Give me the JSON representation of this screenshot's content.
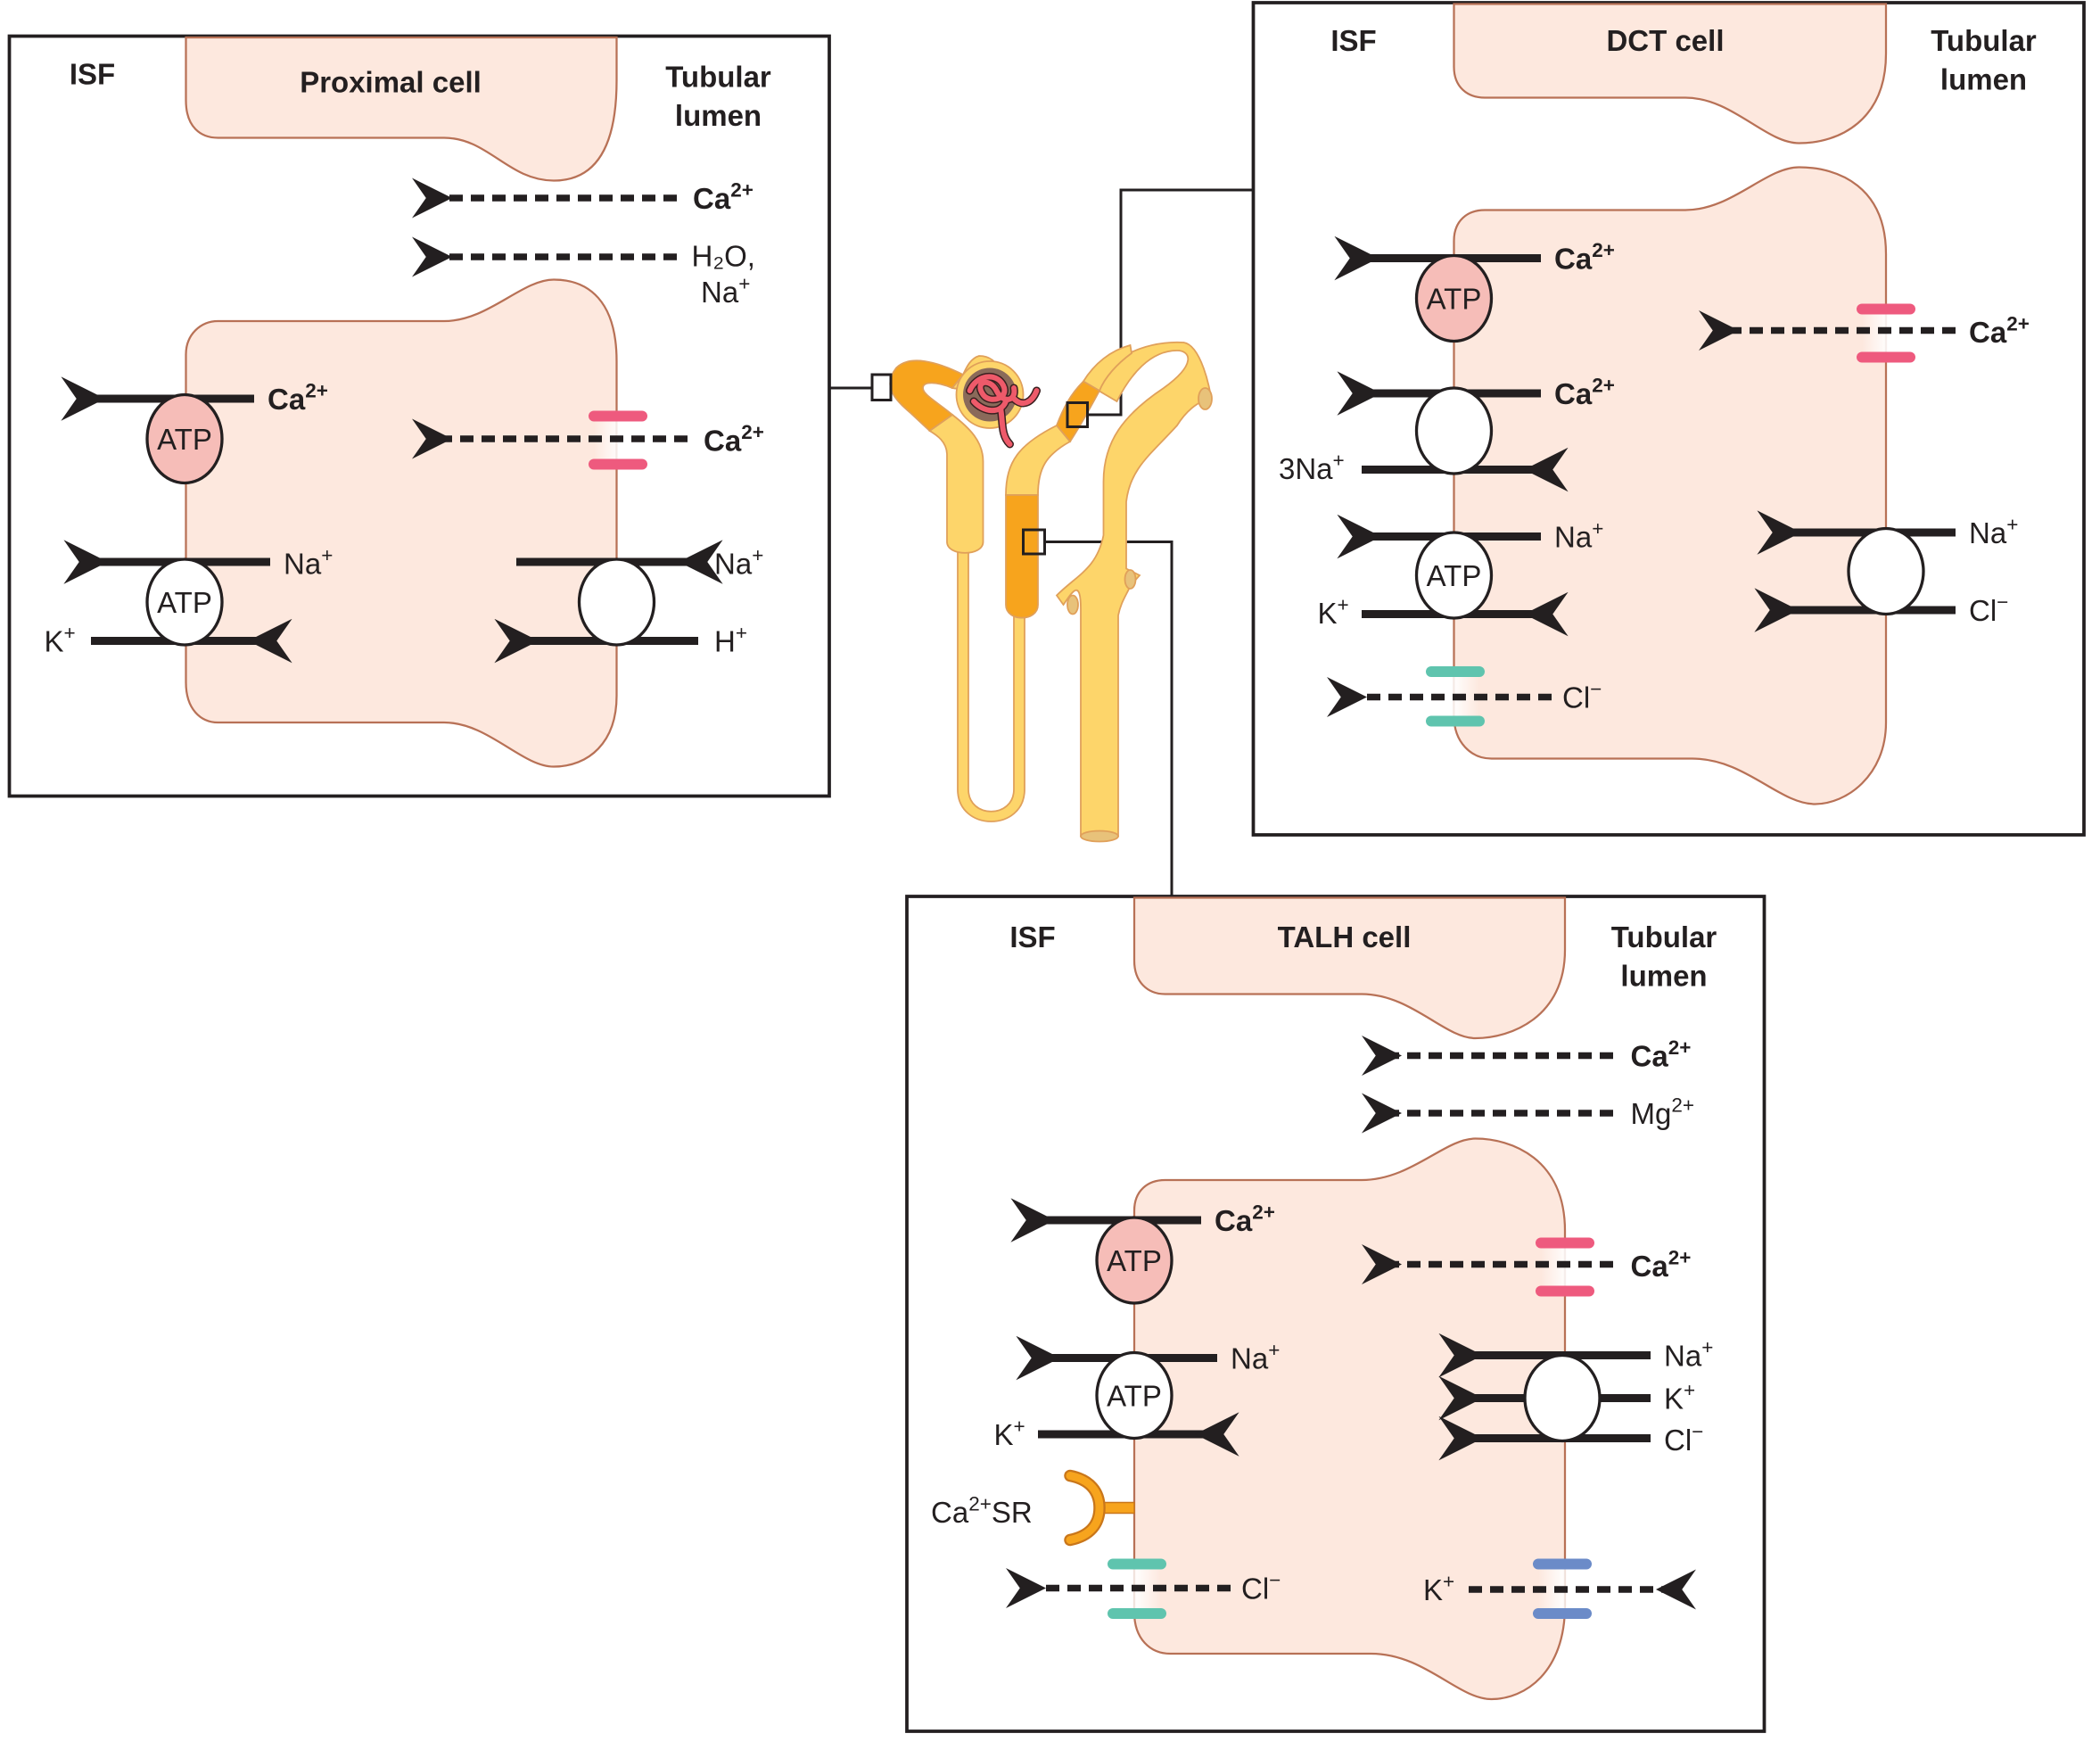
{
  "colors": {
    "cell_fill": "#fde8de",
    "cell_border": "#b87156",
    "ca_pump_fill": "#f6bdb8",
    "ca_channel": "#ee5a7e",
    "cl_channel": "#5fc4ae",
    "k_channel": "#6b8bc8",
    "casr_receptor": "#f7a41d",
    "tubule_light": "#fdd56a",
    "tubule_dark": "#f7a41d",
    "glomerulus": "#ee5a6a"
  },
  "proximal": {
    "isf_label": "ISF",
    "cell_label": "Proximal cell",
    "lumen_label_1": "Tubular",
    "lumen_label_2": "lumen",
    "paracellular": [
      {
        "ion": "Ca",
        "sup": "2+",
        "bold": true
      },
      {
        "ion_line1": "H₂O,",
        "ion_line2": "Na",
        "sup": "+"
      }
    ],
    "basolateral": {
      "ca_pump": {
        "ion": "Ca",
        "sup": "2+",
        "label": "ATP"
      },
      "na_k_pump": {
        "out": "Na",
        "out_sup": "+",
        "in": "K",
        "in_sup": "+",
        "label": "ATP"
      }
    },
    "apical": {
      "ca_channel": {
        "ion": "Ca",
        "sup": "2+"
      },
      "nhe": {
        "out": "Na",
        "out_sup": "+",
        "in": "H",
        "in_sup": "+"
      }
    }
  },
  "dct": {
    "isf_label": "ISF",
    "cell_label": "DCT cell",
    "lumen_label_1": "Tubular",
    "lumen_label_2": "lumen",
    "basolateral": {
      "ca_pump": {
        "ion": "Ca",
        "sup": "2+",
        "label": "ATP"
      },
      "ncx": {
        "out": "Ca",
        "out_sup": "2+",
        "in": "3Na",
        "in_sup": "+"
      },
      "na_k_pump": {
        "out": "Na",
        "out_sup": "+",
        "in": "K",
        "in_sup": "+",
        "label": "ATP"
      },
      "cl_channel": {
        "ion": "Cl",
        "sup": "−"
      }
    },
    "apical": {
      "ca_channel": {
        "ion": "Ca",
        "sup": "2+"
      },
      "ncc": {
        "ion1": "Na",
        "ion1_sup": "+",
        "ion2": "Cl",
        "ion2_sup": "−"
      }
    }
  },
  "talh": {
    "isf_label": "ISF",
    "cell_label": "TALH cell",
    "lumen_label_1": "Tubular",
    "lumen_label_2": "lumen",
    "paracellular": [
      {
        "ion": "Ca",
        "sup": "2+",
        "bold": true
      },
      {
        "ion": "Mg",
        "sup": "2+",
        "bold": false
      }
    ],
    "basolateral": {
      "ca_pump": {
        "ion": "Ca",
        "sup": "2+",
        "label": "ATP"
      },
      "na_k_pump": {
        "out": "Na",
        "out_sup": "+",
        "in": "K",
        "in_sup": "+",
        "label": "ATP"
      },
      "casr": {
        "pre": "Ca",
        "sup": "2+",
        "post": "SR"
      },
      "cl_channel": {
        "ion": "Cl",
        "sup": "−"
      }
    },
    "apical": {
      "ca_channel": {
        "ion": "Ca",
        "sup": "2+"
      },
      "nkcc2": {
        "ion1": "Na",
        "ion1_sup": "+",
        "ion2": "K",
        "ion2_sup": "+",
        "ion3": "Cl",
        "ion3_sup": "−"
      },
      "romk": {
        "ion": "K",
        "sup": "+"
      }
    }
  }
}
